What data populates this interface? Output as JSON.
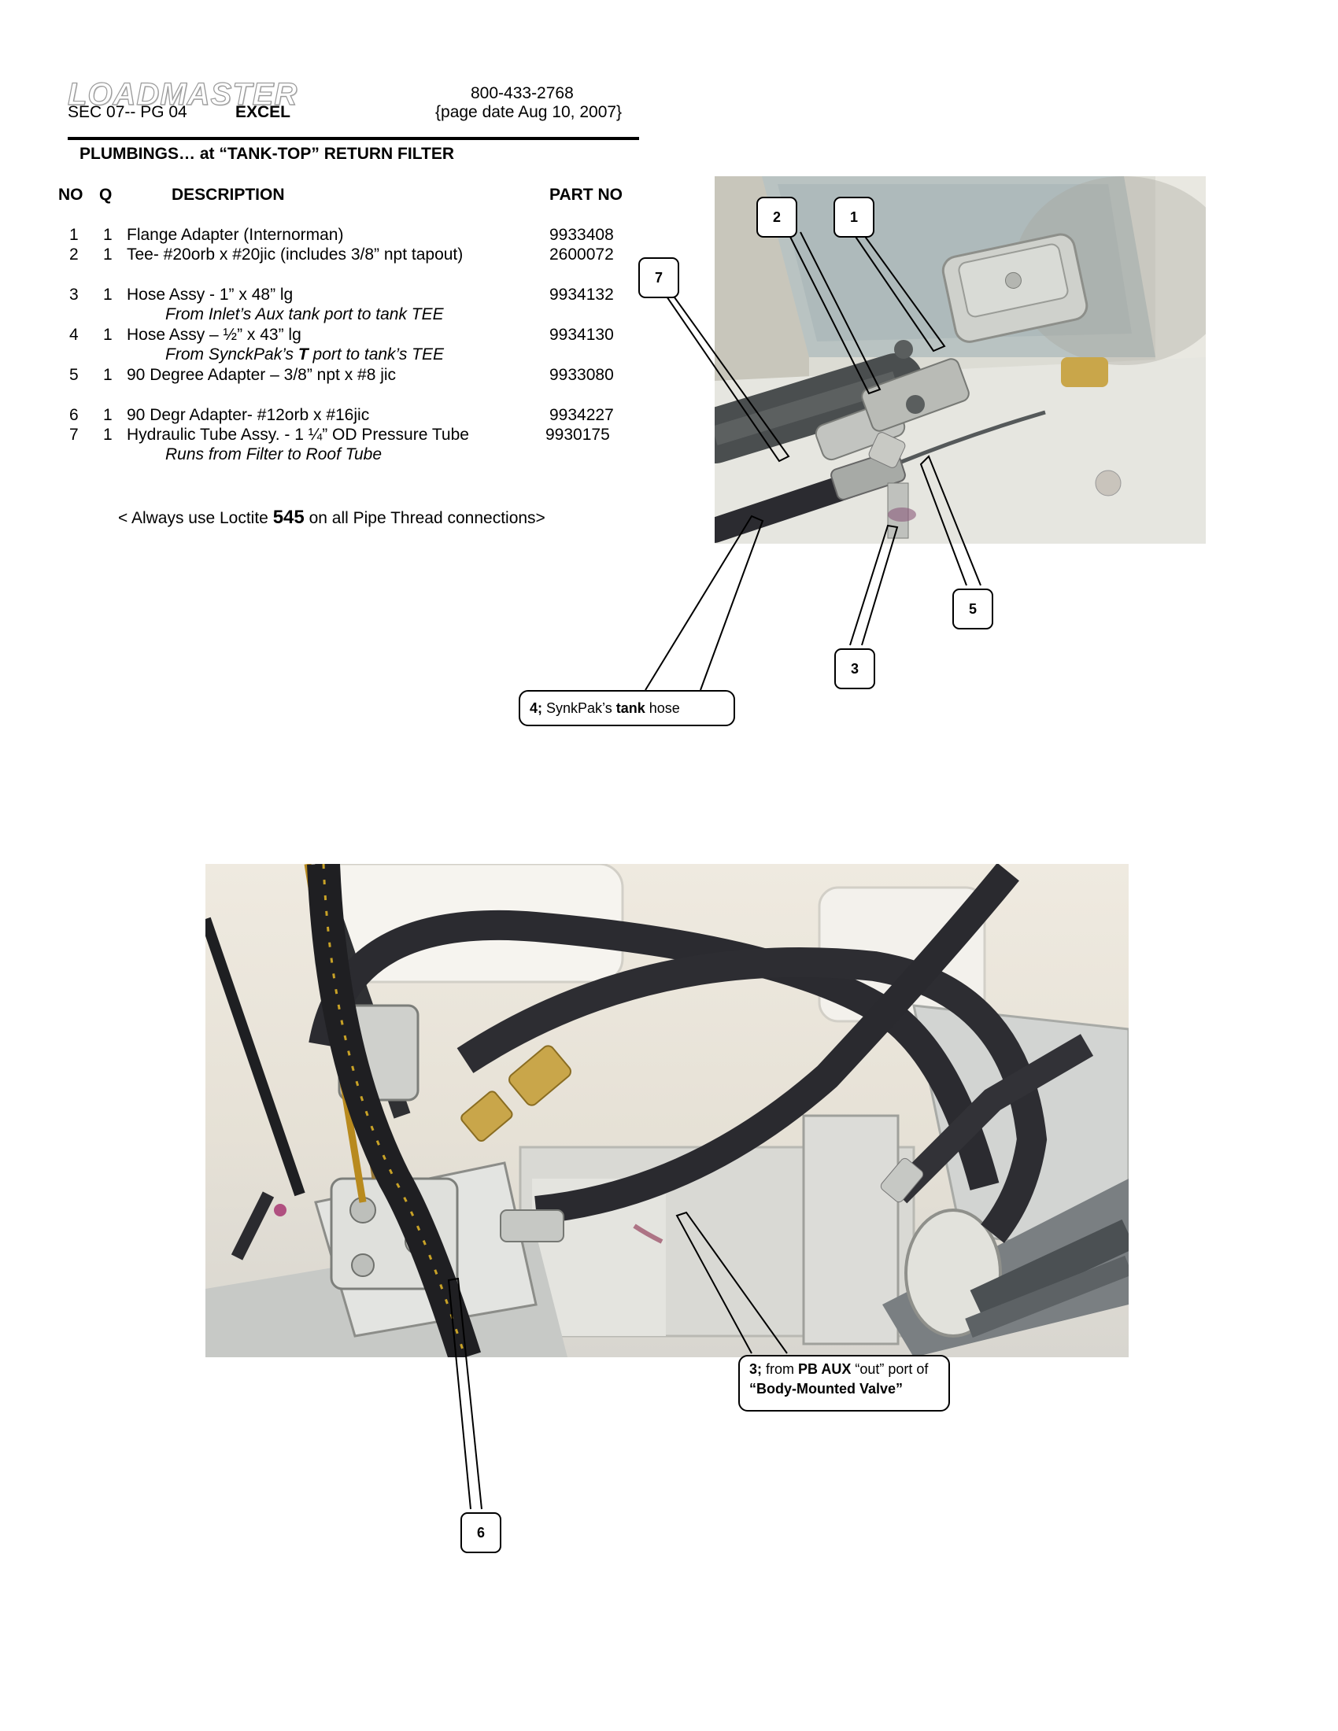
{
  "header": {
    "logo_text": "LOADMASTER",
    "section_page": "SEC 07-- PG 04",
    "model": "EXCEL",
    "phone": "800-433-2768",
    "page_date": "{page date Aug 10, 2007}"
  },
  "section_title": "PLUMBINGS… at “TANK-TOP” RETURN FILTER",
  "table": {
    "headers": {
      "no": "NO",
      "q": "Q",
      "description": "DESCRIPTION",
      "part_no": "PART NO"
    },
    "rows": [
      {
        "no": "1",
        "q": "1",
        "description": "Flange Adapter (Internorman)",
        "part_no": "9933408"
      },
      {
        "no": "2",
        "q": "1",
        "description": "Tee- #20orb x #20jic (includes 3/8” npt tapout)",
        "part_no": "2600072"
      },
      {
        "no": "3",
        "q": "1",
        "description": "Hose Assy - 1” x 48” lg",
        "part_no": "9934132",
        "sub": "From Inlet’s Aux tank port to tank TEE"
      },
      {
        "no": "4",
        "q": "1",
        "description": "Hose Assy – ½” x 43” lg",
        "part_no": "9934130",
        "sub_pre": "From SynckPak’s ",
        "sub_bold": "T",
        "sub_post": " port to tank’s TEE"
      },
      {
        "no": "5",
        "q": "1",
        "description": "90 Degree Adapter – 3/8” npt x #8 jic",
        "part_no": "9933080"
      },
      {
        "no": "6",
        "q": "1",
        "description": "90 Degr Adapter- #12orb x #16jic",
        "part_no": "9934227"
      },
      {
        "no": "7",
        "q": "1",
        "description": "Hydraulic Tube Assy. - 1 ¼” OD Pressure Tube",
        "part_no": "9930175",
        "sub": "Runs from Filter to Roof Tube"
      }
    ]
  },
  "note": {
    "pre": "< Always use Loctite ",
    "bold": "545",
    "post": " on all Pipe Thread connections>"
  },
  "photo1": {
    "callouts": [
      "2",
      "1",
      "7",
      "5",
      "3"
    ],
    "label": {
      "bold": "4;",
      "pre": " SynkPak’s ",
      "bold2": "tank",
      "post": " hose"
    }
  },
  "photo2": {
    "callouts": [
      "6"
    ],
    "label": {
      "bold": "3;",
      "pre": " from ",
      "bold2": "PB AUX",
      "mid": " “out” port of",
      "line2": "“Body-Mounted Valve”"
    }
  },
  "colors": {
    "hose": "#2b2b30",
    "fitting": "#c9a64a",
    "metal": "#cfd3d3",
    "background": "#e6e2da"
  }
}
